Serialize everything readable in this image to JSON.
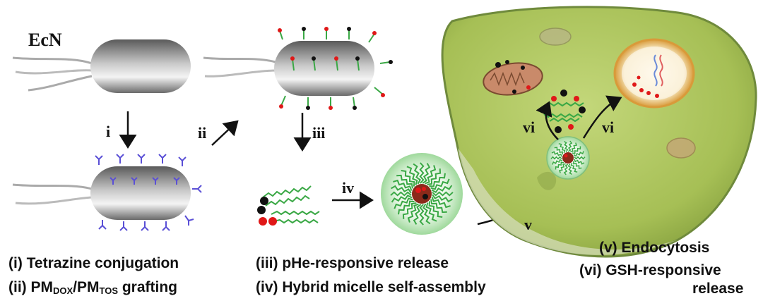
{
  "organism_label": "EcN",
  "steps": {
    "i": "i",
    "ii": "ii",
    "iii": "iii",
    "iv": "iv",
    "v": "v",
    "vi_left": "vi",
    "vi_right": "vi"
  },
  "legend": {
    "i": "(i) Tetrazine conjugation",
    "ii_prefix": "(ii) PM",
    "ii_sub1": "DOX",
    "ii_slash": "/PM",
    "ii_sub2": "TOS",
    "ii_suffix": " grafting",
    "iii": "(iii) pHe-responsive  release",
    "iv": "(iv) Hybrid micelle self-assembly",
    "v": "(v) Endocytosis",
    "vi_line1": "(vi) GSH-responsive",
    "vi_line2": "release"
  },
  "colors": {
    "bacterium": "#8a8a8a",
    "linker": "#5a4fd6",
    "polymer": "#3aa845",
    "drug_red": "#e01818",
    "drug_black": "#111111",
    "micelle_halo": "#bfe8bf",
    "cell_body": "#a9c25a",
    "cell_edge": "#6f8a3c",
    "nucleus": "#f0c878"
  }
}
